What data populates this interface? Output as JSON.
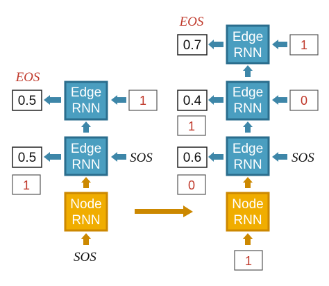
{
  "colors": {
    "edge_fill": "#4a9ec0",
    "edge_stroke": "#2a6d8d",
    "node_fill": "#f0ad00",
    "node_stroke": "#cc8800",
    "arrow_blue": "#3d86a8",
    "arrow_gold": "#cc8800",
    "red_text": "#c0392b"
  },
  "left": {
    "eos_label": "EOS",
    "edge_top": {
      "line1": "Edge",
      "line2": "RNN",
      "output": "0.5",
      "input": "1"
    },
    "edge_bottom": {
      "line1": "Edge",
      "line2": "RNN",
      "output": "0.5",
      "sample": "1",
      "input_token": "SOS"
    },
    "node": {
      "line1": "Node",
      "line2": "RNN",
      "input_token": "SOS"
    }
  },
  "right": {
    "eos_label": "EOS",
    "edge_top": {
      "line1": "Edge",
      "line2": "RNN",
      "output": "0.7",
      "input": "1"
    },
    "edge_mid": {
      "line1": "Edge",
      "line2": "RNN",
      "output": "0.4",
      "sample": "1",
      "input": "0"
    },
    "edge_bottom": {
      "line1": "Edge",
      "line2": "RNN",
      "output": "0.6",
      "sample": "0",
      "input_token": "SOS"
    },
    "node": {
      "line1": "Node",
      "line2": "RNN",
      "input": "1"
    }
  },
  "transition_arrow": "right-arrow"
}
